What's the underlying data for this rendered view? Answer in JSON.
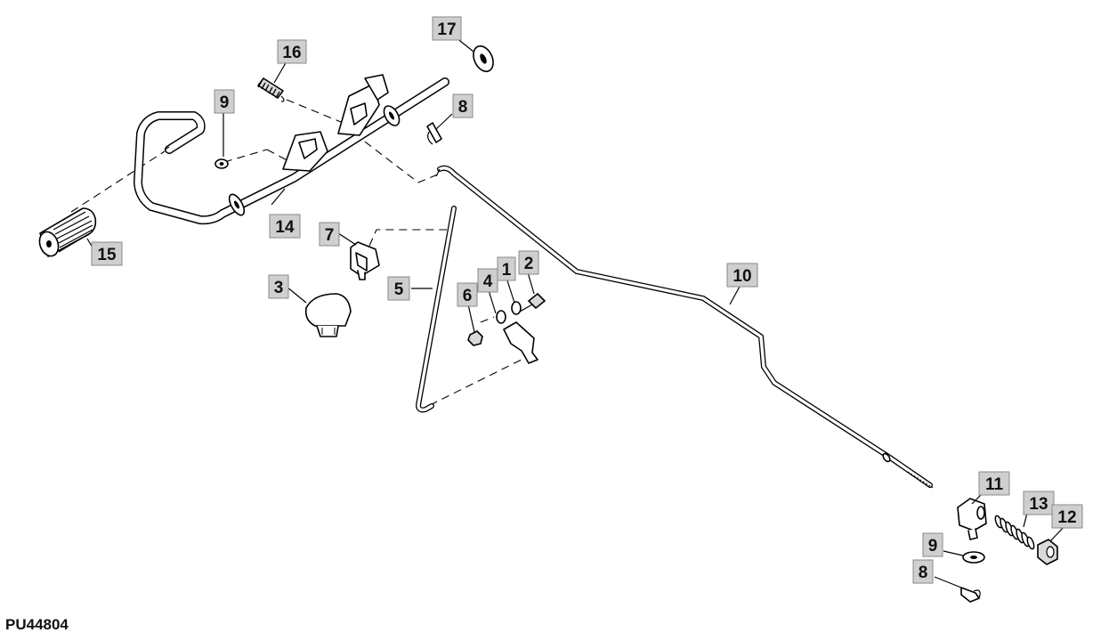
{
  "figure_id": "PU44804",
  "callouts": [
    {
      "key": "c17",
      "label": "17"
    },
    {
      "key": "c16",
      "label": "16"
    },
    {
      "key": "c9a",
      "label": "9"
    },
    {
      "key": "c8a",
      "label": "8"
    },
    {
      "key": "c14",
      "label": "14"
    },
    {
      "key": "c15",
      "label": "15"
    },
    {
      "key": "c7",
      "label": "7"
    },
    {
      "key": "c3",
      "label": "3"
    },
    {
      "key": "c5",
      "label": "5"
    },
    {
      "key": "c6",
      "label": "6"
    },
    {
      "key": "c4",
      "label": "4"
    },
    {
      "key": "c1",
      "label": "1"
    },
    {
      "key": "c2",
      "label": "2"
    },
    {
      "key": "c10",
      "label": "10"
    },
    {
      "key": "c11",
      "label": "11"
    },
    {
      "key": "c13",
      "label": "13"
    },
    {
      "key": "c12",
      "label": "12"
    },
    {
      "key": "c9b",
      "label": "9"
    },
    {
      "key": "c8b",
      "label": "8"
    }
  ]
}
